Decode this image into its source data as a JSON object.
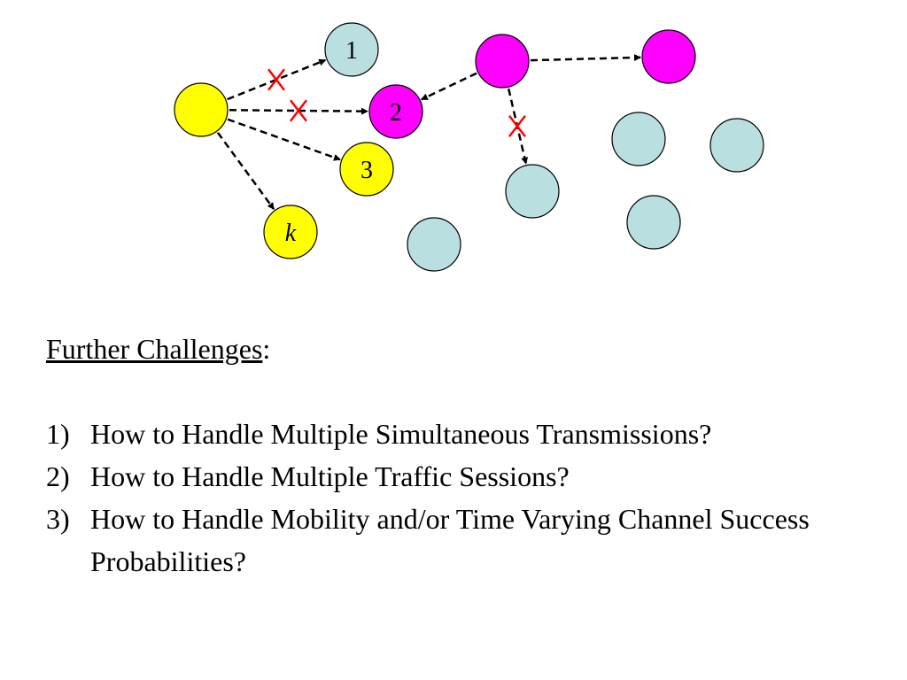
{
  "diagram": {
    "colors": {
      "yellow": "#ffff00",
      "magenta": "#ff00ff",
      "lightblue": "#b9dfe0",
      "outline": "#000000",
      "failed_mark": "#ff0000"
    },
    "nodes": [
      {
        "id": "source",
        "label": "",
        "color": "yellow"
      },
      {
        "id": "n1",
        "label": "1",
        "color": "lightblue"
      },
      {
        "id": "n2",
        "label": "2",
        "color": "magenta"
      },
      {
        "id": "n3",
        "label": "3",
        "color": "yellow"
      },
      {
        "id": "nk",
        "label": "k",
        "color": "yellow",
        "italic": true
      },
      {
        "id": "m1",
        "label": "",
        "color": "magenta"
      },
      {
        "id": "m2",
        "label": "",
        "color": "magenta"
      },
      {
        "id": "b1",
        "label": "",
        "color": "lightblue"
      },
      {
        "id": "b2",
        "label": "",
        "color": "lightblue"
      },
      {
        "id": "b3",
        "label": "",
        "color": "lightblue"
      },
      {
        "id": "b4",
        "label": "",
        "color": "lightblue"
      },
      {
        "id": "b5",
        "label": "",
        "color": "lightblue"
      },
      {
        "id": "b6",
        "label": "",
        "color": "lightblue"
      }
    ],
    "edges": [
      {
        "from": "source",
        "to": "n1",
        "failed": true
      },
      {
        "from": "source",
        "to": "n2",
        "failed": true
      },
      {
        "from": "source",
        "to": "n3",
        "failed": false
      },
      {
        "from": "source",
        "to": "nk",
        "failed": false
      },
      {
        "from": "m1",
        "to": "n2",
        "failed": false
      },
      {
        "from": "m1",
        "to": "m2",
        "failed": false
      },
      {
        "from": "m1",
        "to": "b1",
        "failed": true
      }
    ]
  },
  "text": {
    "heading": "Further Challenges",
    "heading_suffix": ":",
    "items": [
      {
        "num": "1)",
        "text": "How to Handle Multiple Simultaneous Transmissions?"
      },
      {
        "num": "2)",
        "text": "How to Handle Multiple Traffic Sessions?"
      },
      {
        "num": "3)",
        "text": "How to Handle Mobility and/or Time Varying Channel Success Probabilities?"
      }
    ]
  }
}
